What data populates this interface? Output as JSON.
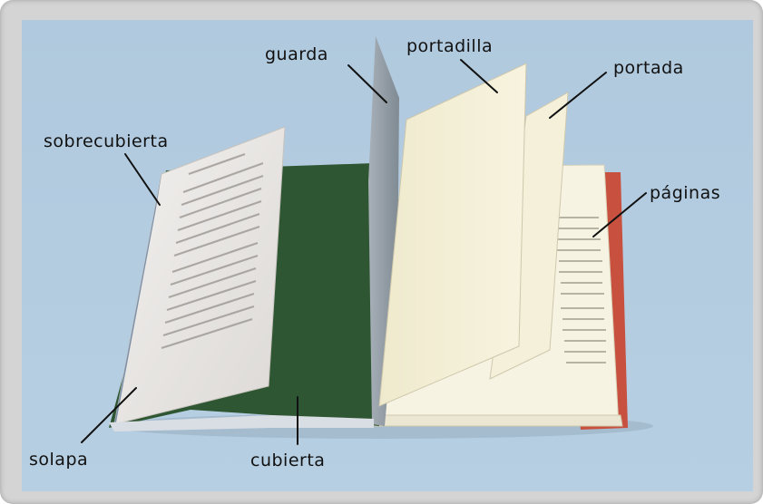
{
  "diagram": {
    "colors": {
      "frame": "#d4d4d4",
      "sky": "#b3cce0",
      "cover_green": "#2f5632",
      "page_cream": "#f2efd7",
      "jacket_paper": "#ece9e4",
      "cover_edge_red": "#c8503f"
    },
    "labels": {
      "guarda": "guarda",
      "portadilla": "portadilla",
      "portada": "portada",
      "sobrecubierta": "sobrecubierta",
      "paginas": "páginas",
      "solapa": "solapa",
      "cubierta": "cubierta"
    }
  }
}
